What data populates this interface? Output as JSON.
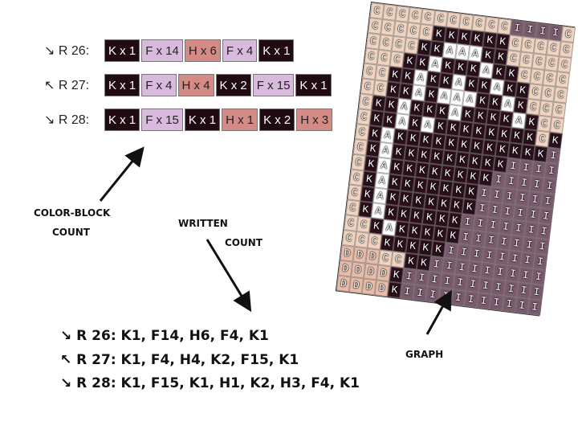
{
  "color_block": {
    "rows": [
      {
        "label": "↘ R 26:",
        "blocks": [
          [
            "K",
            "K x 1"
          ],
          [
            "F",
            "F x 14"
          ],
          [
            "H",
            "H x 6"
          ],
          [
            "F",
            "F x 4"
          ],
          [
            "K",
            "K x 1"
          ]
        ]
      },
      {
        "label": "↖ R 27:",
        "blocks": [
          [
            "K",
            "K x 1"
          ],
          [
            "F",
            "F x 4"
          ],
          [
            "H",
            "H x 4"
          ],
          [
            "K",
            "K x 2"
          ],
          [
            "F",
            "F x 15"
          ],
          [
            "K",
            "K x 1"
          ]
        ]
      },
      {
        "label": "↘ R 28:",
        "blocks": [
          [
            "K",
            "K x 1"
          ],
          [
            "F",
            "F x 15"
          ],
          [
            "K",
            "K x 1"
          ],
          [
            "H",
            "H x 1"
          ],
          [
            "K",
            "K x 2"
          ],
          [
            "H",
            "H x 3"
          ]
        ]
      }
    ],
    "caption_line1": "COLOR-BLOCK",
    "caption_line2": "COUNT"
  },
  "written": {
    "caption_line1": "WRITTEN",
    "caption_line2": "COUNT",
    "lines": [
      "↘ R 26: K1, F14, H6, F4, K1",
      "↖ R 27: K1, F4, H4, K2, F15, K1",
      "↘ R 28: K1, F15, K1, H1, K2, H3, F4, K1"
    ]
  },
  "graph": {
    "caption": "GRAPH",
    "colors": {
      "C": "#f1d3bf",
      "K": "#2a0f1a",
      "A": "#ffffff",
      "I": "#7a5a6c",
      "D": "#e9bca8",
      "F": "#d8badd",
      "H": "#d48a85"
    },
    "rows": [
      "CCCCCCCCCCCIIIIC",
      "CCCCCKKKKKKCCCCC",
      "CCCCKKAAAKKCCCCC",
      "CCCKKAKKKAKKCCCC",
      "CCKKAKKAKKAKKCCC",
      "CCKKAKAAAKKAKCCC",
      "CKKAKKKAKKKKAKCC",
      "CKKAKAKKKKKKKKCK",
      "CKAKKKKKKKKKKKKI",
      "CKAKKKKKKKKKIIII",
      "CKAKKKKKKKKIIIII",
      "CKAKKKKKKKIIIIII",
      "CKAKKKKKKKIIIIII",
      "CKAKKKKKKIIIIIII",
      "CCKAKKKKKIIIIIII",
      "CCCKKKKKIIIIIIII",
      "DDDCCKKIIIIIIIII",
      "DDDDKIIIIIIIIIII",
      "DDDDKIIIIIIIIIII"
    ]
  }
}
